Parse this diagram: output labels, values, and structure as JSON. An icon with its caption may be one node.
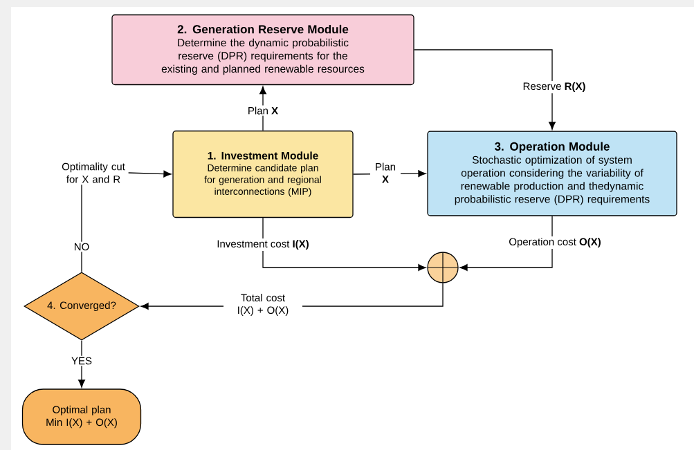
{
  "diagram": {
    "nodes": [
      {
        "text": [
          "2. Generation Reserve Module",
          "Determine the dynamic probabilistic reserve (DPR) requirements for the existing and planned renewable resources"
        ]
      },
      {
        "text": [
          "1. Investment Module",
          "Determine candidate plan for generation and  regional interconnections  (MIP)"
        ]
      },
      {
        "text": [
          "3. Operation Module",
          "Stochastic optimization of system operation considering the variability of renewable production and thedynamic probabilistic reserve (DPR) requirements"
        ]
      },
      {
        "text": [],
        "shape": "circle"
      },
      {
        "text": [
          "4. Converged?"
        ]
      },
      {
        "text": [
          "Optimal plan Min I(X) + O(X)"
        ]
      },
      {
        "text": [
          "Optimality cut for X and R"
        ]
      }
    ],
    "edges": [
      {
        "from": 1,
        "to": 0,
        "arrow": "to",
        "label": "Plan **X**"
      },
      {
        "from": 1,
        "to": 2,
        "arrow": "to",
        "label": "Plan **X**"
      },
      {
        "from": 0,
        "to": 2,
        "arrow": "to",
        "label": "Reserve **R(X)**"
      },
      {
        "from": 1,
        "to": 3,
        "arrow": "to",
        "label": "Investment cost **I(X)**"
      },
      {
        "from": 2,
        "to": 3,
        "arrow": "to",
        "label": "Operation cost **O(X)**"
      },
      {
        "from": 3,
        "to": 4,
        "arrow": "to",
        "label": "Total cost I(X) + O(X)"
      },
      {
        "from": 4,
        "to": 5,
        "arrow": "to",
        "label": "YES"
      },
      {
        "from": 4,
        "to": 6,
        "arrow": "none",
        "label": "NO"
      },
      {
        "from": 6,
        "to": 1,
        "arrow": "to"
      }
    ]
  }
}
